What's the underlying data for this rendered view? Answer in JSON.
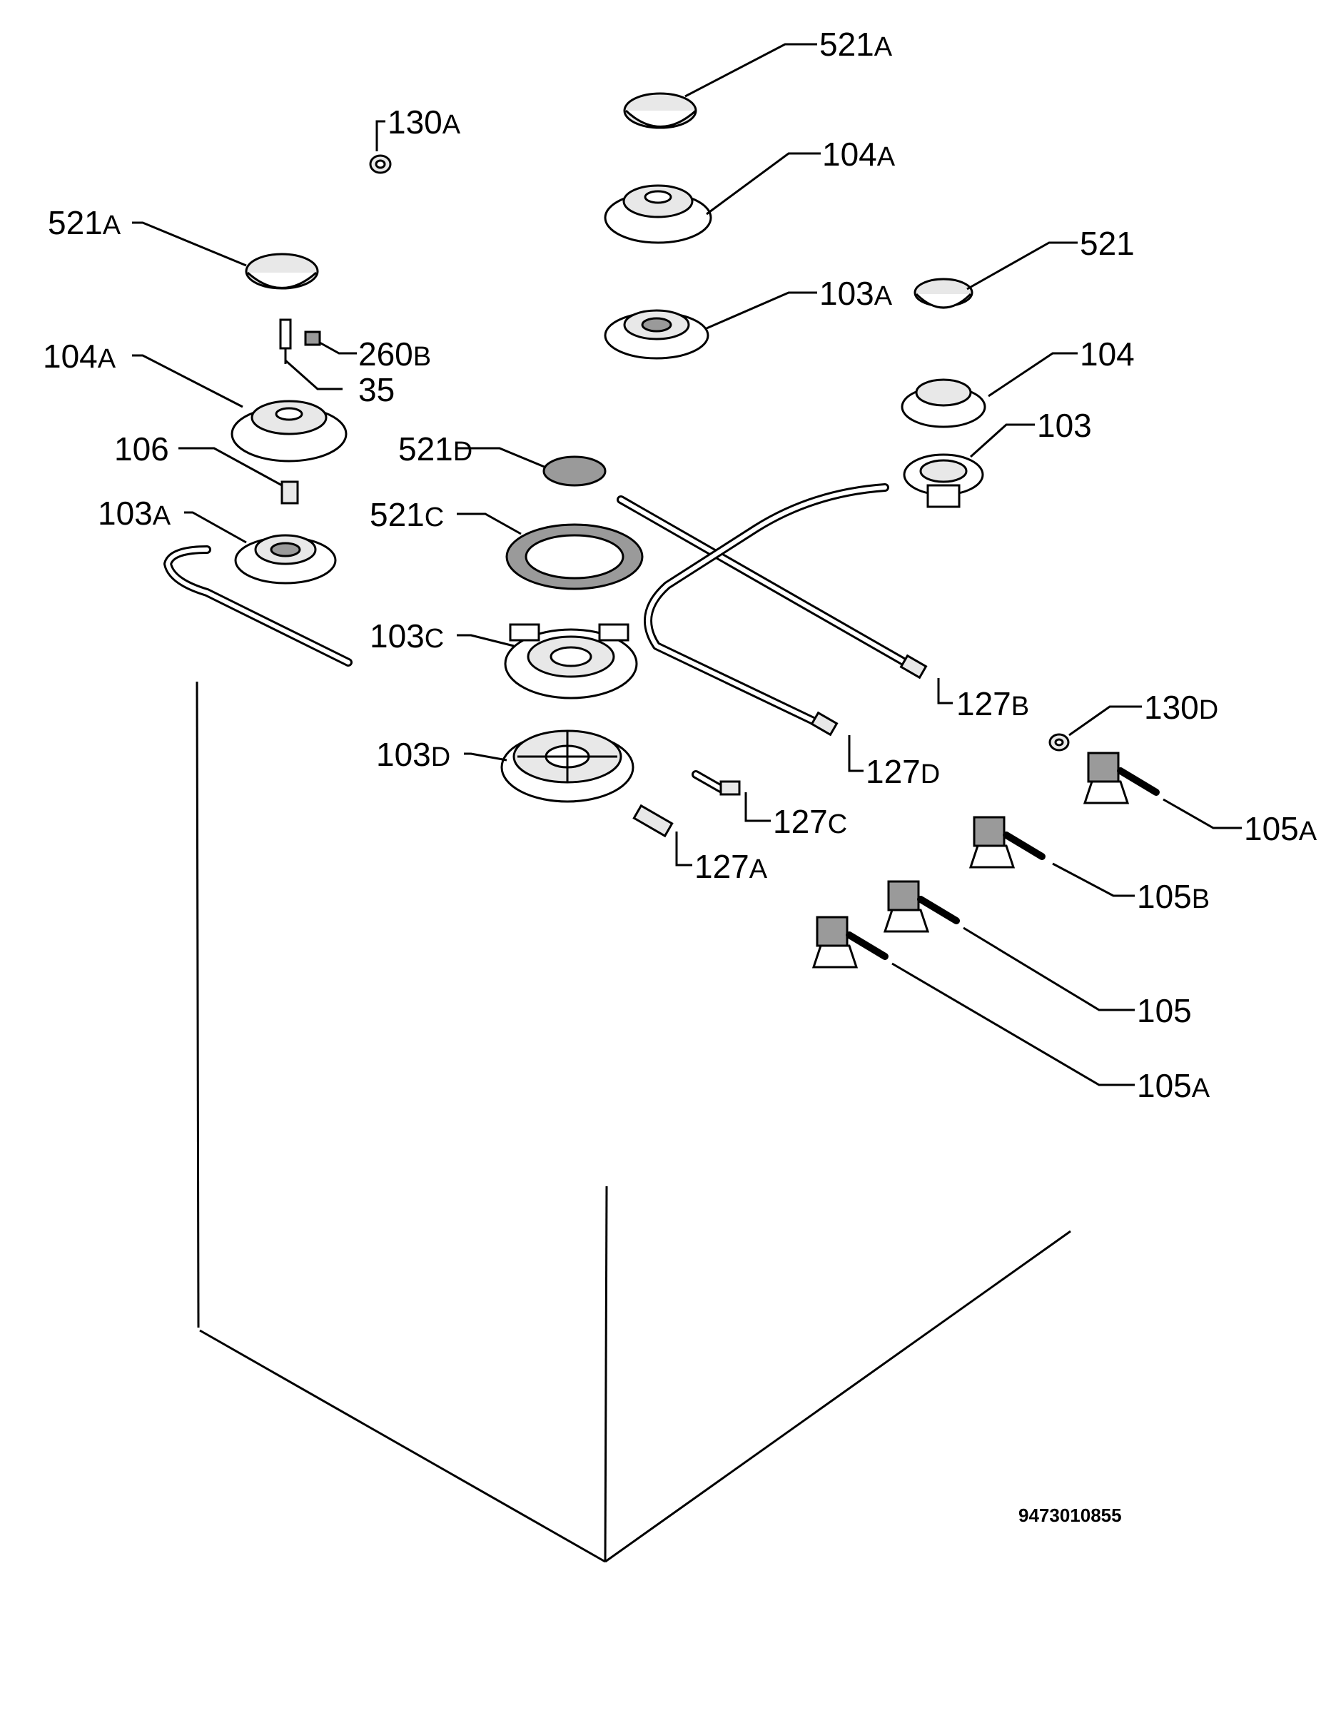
{
  "diagram": {
    "drawing_number": "9473010855",
    "labels": [
      {
        "id": "521A-top",
        "main": "521",
        "suffix": "A"
      },
      {
        "id": "104A-top",
        "main": "104",
        "suffix": "A"
      },
      {
        "id": "103A-top",
        "main": "103",
        "suffix": "A"
      },
      {
        "id": "521-right",
        "main": "521",
        "suffix": ""
      },
      {
        "id": "104-right",
        "main": "104",
        "suffix": ""
      },
      {
        "id": "103-right",
        "main": "103",
        "suffix": ""
      },
      {
        "id": "130A",
        "main": "130",
        "suffix": "A"
      },
      {
        "id": "521A-left",
        "main": "521",
        "suffix": "A"
      },
      {
        "id": "260B",
        "main": "260",
        "suffix": "B"
      },
      {
        "id": "35",
        "main": "35",
        "suffix": ""
      },
      {
        "id": "104A-left",
        "main": "104",
        "suffix": "A"
      },
      {
        "id": "106",
        "main": "106",
        "suffix": ""
      },
      {
        "id": "103A-left",
        "main": "103",
        "suffix": "A"
      },
      {
        "id": "521D",
        "main": "521",
        "suffix": "D"
      },
      {
        "id": "521C",
        "main": "521",
        "suffix": "C"
      },
      {
        "id": "103C",
        "main": "103",
        "suffix": "C"
      },
      {
        "id": "103D",
        "main": "103",
        "suffix": "D"
      },
      {
        "id": "127B",
        "main": "127",
        "suffix": "B"
      },
      {
        "id": "130D",
        "main": "130",
        "suffix": "D"
      },
      {
        "id": "127D",
        "main": "127",
        "suffix": "D"
      },
      {
        "id": "127C",
        "main": "127",
        "suffix": "C"
      },
      {
        "id": "127A",
        "main": "127",
        "suffix": "A"
      },
      {
        "id": "105A-top",
        "main": "105",
        "suffix": "A"
      },
      {
        "id": "105B",
        "main": "105",
        "suffix": "B"
      },
      {
        "id": "105",
        "main": "105",
        "suffix": ""
      },
      {
        "id": "105A-bottom",
        "main": "105",
        "suffix": "A"
      }
    ]
  }
}
